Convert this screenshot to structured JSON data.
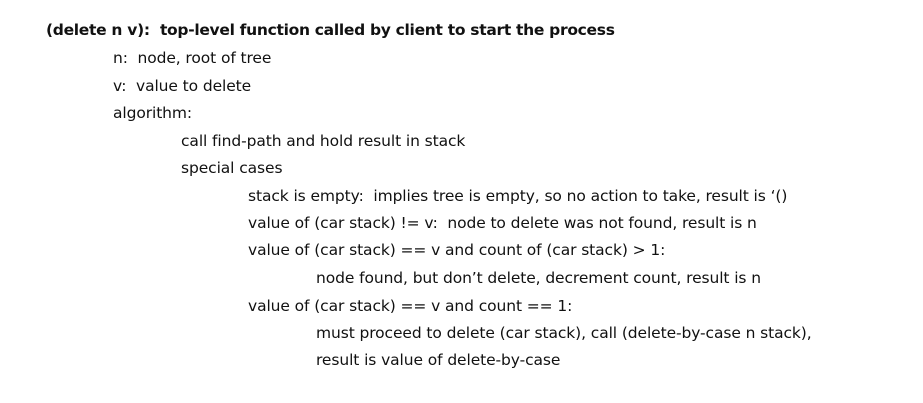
{
  "document": {
    "heading": "(delete n v):  top-level function called by client to start the process",
    "params": [
      "n:  node, root of tree",
      "v:  value to delete",
      "algorithm:"
    ],
    "steps": [
      "call find-path and hold result in stack",
      "special cases"
    ],
    "cases": [
      "stack is empty:  implies tree is empty, so no action to take, result is ‘()",
      "value of (car stack) != v:  node to delete was not found, result is n",
      "value of (car stack) == v and count of (car stack) > 1:",
      "node found, but don’t delete, decrement count, result is n",
      "value of (car stack) == v and count == 1:",
      "must proceed to delete (car stack), call (delete-by-case n stack),",
      "result is value of delete-by-case"
    ]
  }
}
